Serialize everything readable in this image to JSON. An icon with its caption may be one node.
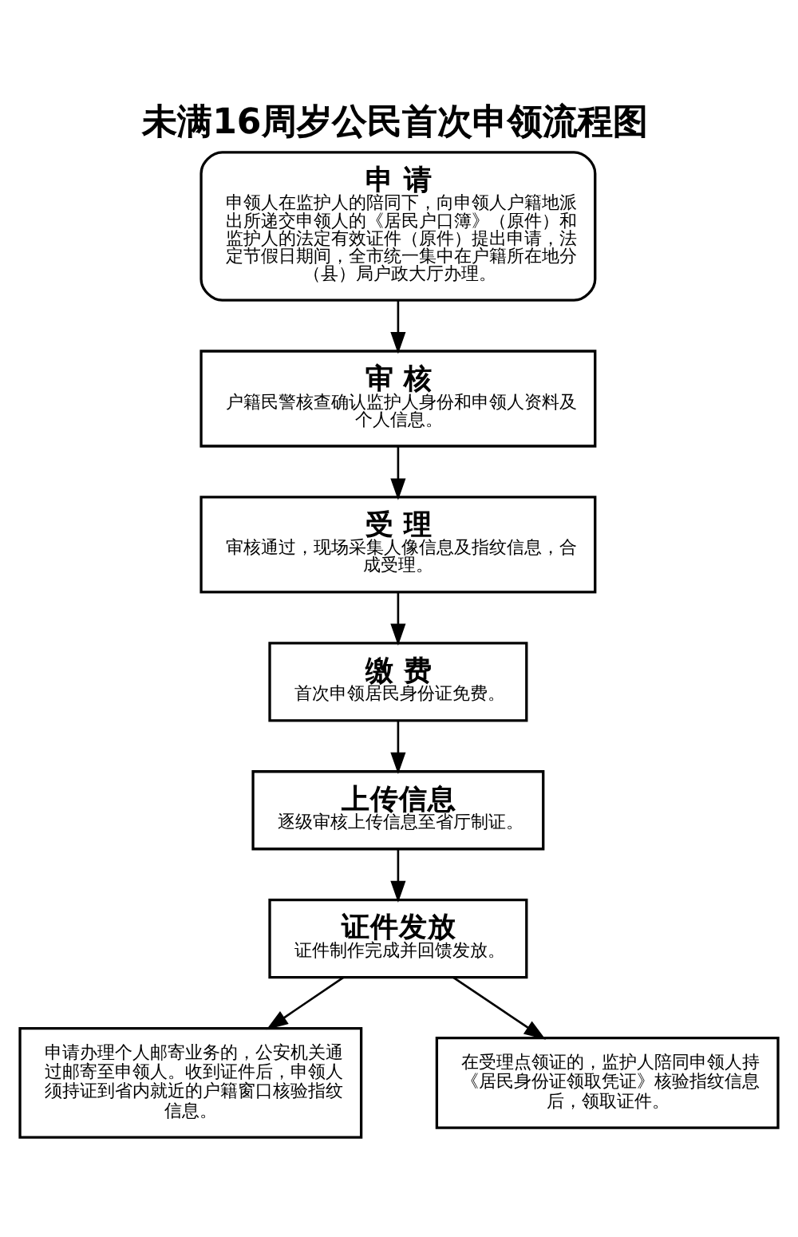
{
  "diagram": {
    "title": "未满16周岁公民首次申领流程图",
    "nodes": [
      {
        "text": [
          "申 请",
          "申领人在监护人的陪同下，向申领人户籍地派出所递交申领人的《居民户口簿》（原件）和监护人的法定有效证件（原件）提出申请，法定节假日期间，全市统一集中在户籍所在地分（县）局户政大厅办理。"
        ]
      },
      {
        "text": [
          "审 核",
          "户籍民警核查确认监护人身份和申领人资料及个人信息。"
        ]
      },
      {
        "text": [
          "受 理",
          "审核通过，现场采集人像信息及指纹信息，合成受理。"
        ]
      },
      {
        "text": [
          "缴 费",
          "首次申领居民身份证免费。"
        ]
      },
      {
        "text": [
          "上传信息",
          "逐级审核上传信息至省厅制证。"
        ]
      },
      {
        "text": [
          "证件发放",
          "证件制作完成并回馈发放。"
        ]
      },
      {
        "text": [
          "申请办理个人邮寄业务的，公安机关通过邮寄至申领人。收到证件后，申领人须持证到省内就近的户籍窗口核验指纹信息。"
        ]
      },
      {
        "text": [
          "在受理点领证的，监护人陪同申领人持《居民身份证领取凭证》核验指纹信息后，领取证件。"
        ]
      }
    ],
    "edges": [
      {
        "from": 0,
        "to": 1,
        "arrow": "to"
      },
      {
        "from": 1,
        "to": 2,
        "arrow": "to"
      },
      {
        "from": 2,
        "to": 3,
        "arrow": "to"
      },
      {
        "from": 3,
        "to": 4,
        "arrow": "to"
      },
      {
        "from": 4,
        "to": 5,
        "arrow": "to"
      },
      {
        "from": 5,
        "to": 6,
        "arrow": "to"
      },
      {
        "from": 5,
        "to": 7,
        "arrow": "to"
      }
    ]
  }
}
